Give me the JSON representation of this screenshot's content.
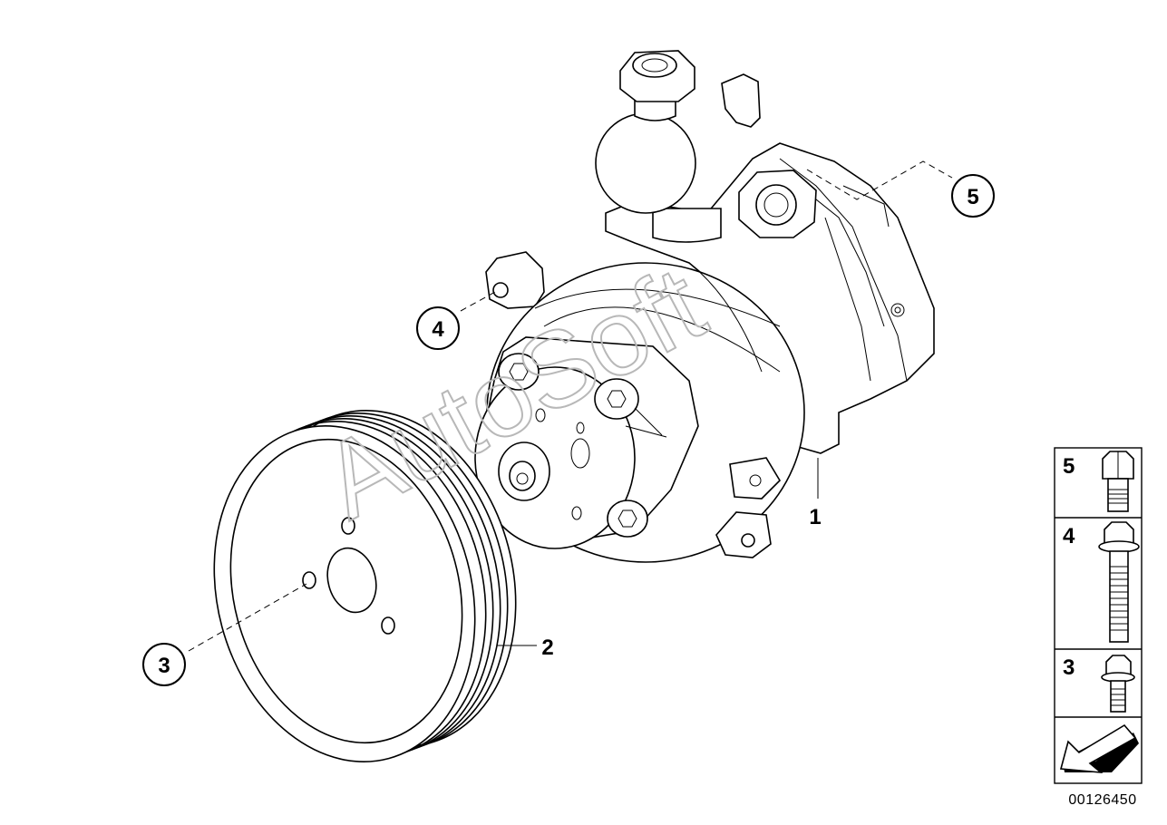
{
  "watermark": "AutoSoft",
  "callouts": [
    {
      "id": "callout-5",
      "label": "5"
    },
    {
      "id": "callout-4",
      "label": "4"
    },
    {
      "id": "callout-3",
      "label": "3"
    }
  ],
  "part_labels": {
    "pump": "1",
    "pulley": "2"
  },
  "legend": {
    "items": [
      {
        "label": "5",
        "icon": "hex-bolt-short-icon"
      },
      {
        "label": "4",
        "icon": "flange-bolt-long-icon"
      },
      {
        "label": "3",
        "icon": "flange-bolt-short-icon"
      }
    ],
    "nav_icon": "arrow-back-icon"
  },
  "reference_code": "00126450"
}
